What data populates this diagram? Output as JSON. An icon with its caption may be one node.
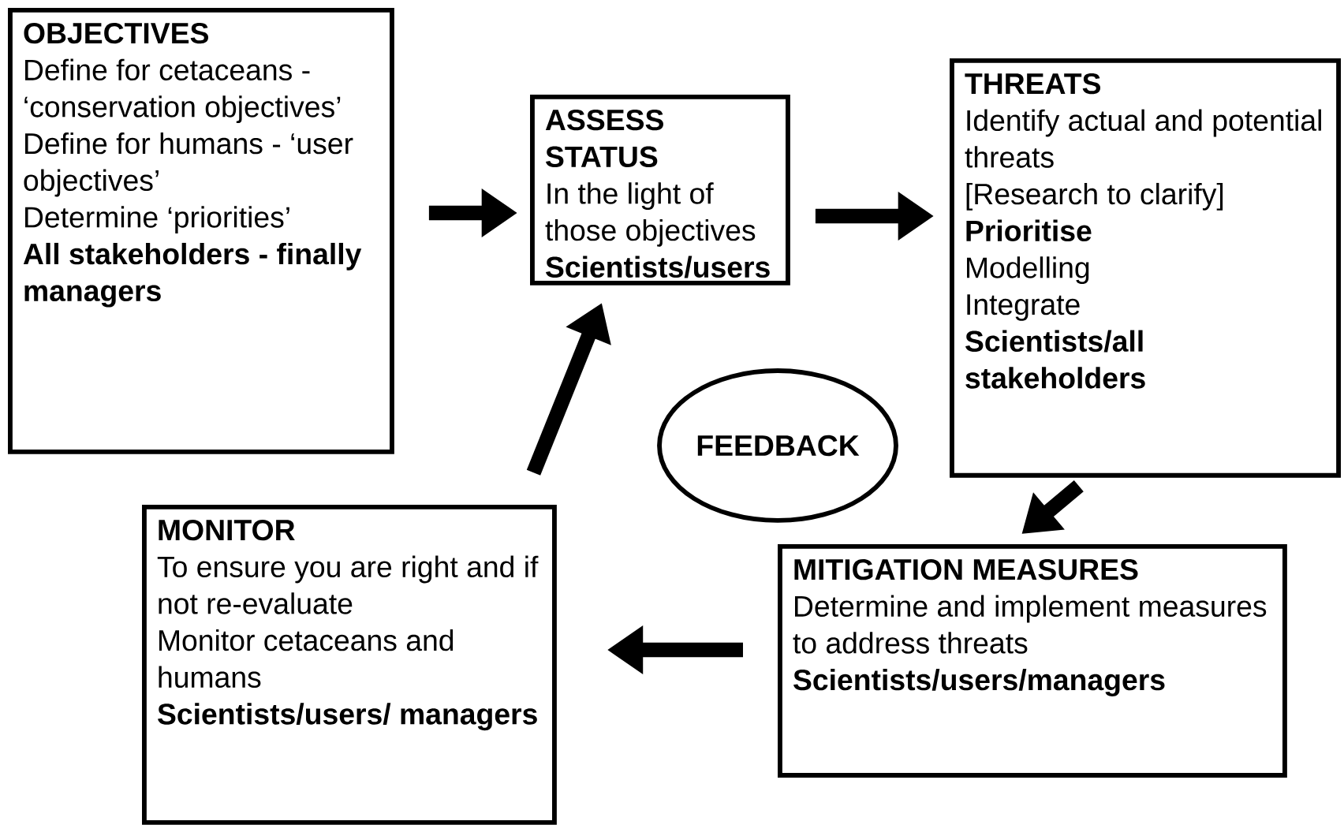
{
  "diagram": {
    "nodes": [
      {
        "text": [
          "OBJECTIVES",
          "Define for cetaceans - ‘conservation objectives’",
          "Define for humans - ‘user objectives’",
          "Determine ‘priorities’",
          "All stakeholders - finally managers"
        ]
      },
      {
        "text": [
          "ASSESS STATUS",
          "In the light of those objectives",
          "Scientists/users"
        ]
      },
      {
        "text": [
          "THREATS",
          "Identify actual and potential threats",
          "[Research to clarify]",
          "Prioritise",
          "Modelling",
          "Integrate",
          "Scientists/all stakeholders"
        ]
      },
      {
        "text": [
          "FEEDBACK"
        ]
      },
      {
        "text": [
          "MITIGATION MEASURES",
          "Determine and implement measures to address threats",
          "Scientists/users/managers"
        ]
      },
      {
        "text": [
          "MONITOR",
          "To ensure you are right and if not re-evaluate",
          "Monitor cetaceans and humans",
          "Scientists/users/ managers"
        ]
      }
    ],
    "edges": [
      {
        "from": 0,
        "to": 1,
        "arrow": "to"
      },
      {
        "from": 1,
        "to": 2,
        "arrow": "to"
      },
      {
        "from": 2,
        "to": 4,
        "arrow": "to"
      },
      {
        "from": 4,
        "to": 5,
        "arrow": "to"
      },
      {
        "from": 5,
        "to": 1,
        "arrow": "to"
      }
    ]
  }
}
